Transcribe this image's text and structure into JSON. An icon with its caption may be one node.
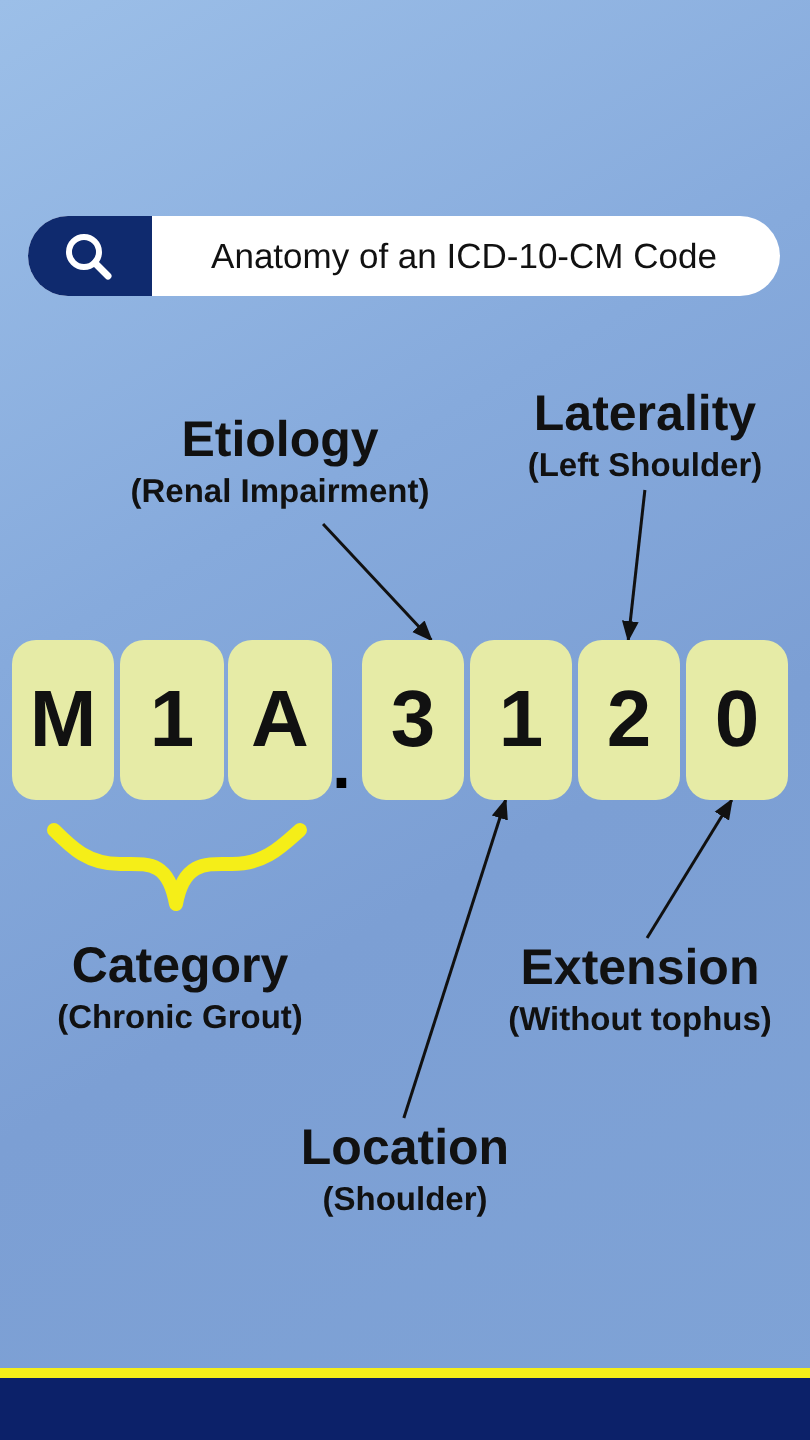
{
  "diagram": {
    "title": "Anatomy of an ICD-10-CM Code",
    "nodes": [
      {
        "text": [
          "M"
        ]
      },
      {
        "text": [
          "1"
        ]
      },
      {
        "text": [
          "A"
        ]
      },
      {
        "text": [
          "3"
        ]
      },
      {
        "text": [
          "1"
        ]
      },
      {
        "text": [
          "2"
        ]
      },
      {
        "text": [
          "0"
        ]
      },
      {
        "text": [
          "Etiology",
          "(Renal Impairment)"
        ]
      },
      {
        "text": [
          "Laterality",
          "(Left Shoulder)"
        ]
      },
      {
        "text": [
          "Category",
          "(Chronic Grout)"
        ]
      },
      {
        "text": [
          "Extension",
          "(Without tophus)"
        ]
      },
      {
        "text": [
          "Location",
          "(Shoulder)"
        ]
      }
    ],
    "edges": [
      {
        "from": 7,
        "to": 3,
        "arrow": "to"
      },
      {
        "from": 8,
        "to": 5,
        "arrow": "to"
      },
      {
        "from": 11,
        "to": 4,
        "arrow": "to"
      },
      {
        "from": 10,
        "to": 6,
        "arrow": "to"
      }
    ],
    "labels": [
      "."
    ]
  }
}
